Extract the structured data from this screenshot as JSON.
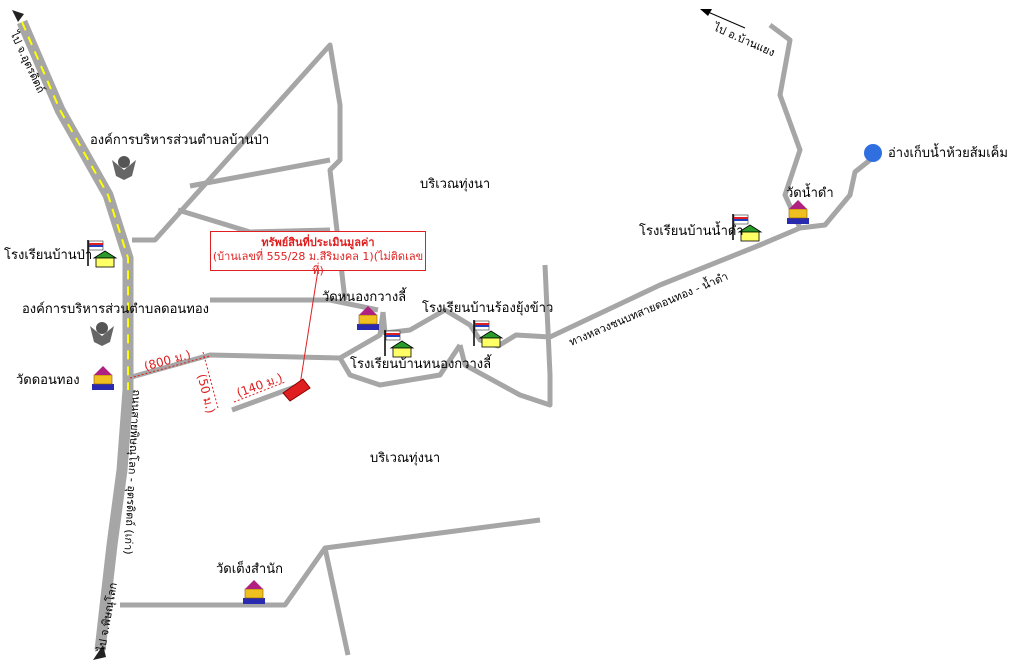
{
  "labels": {
    "sao_ban_pa": "องค์การบริหารส่วนตำบลบ้านป่า",
    "school_ban_pa": "โรงเรียนบ้านป่า",
    "sao_don_thong": "องค์การบริหารส่วนตำบลดอนทอง",
    "wat_don_thong": "วัดดอนทอง",
    "paddy_north": "บริเวณทุ่งนา",
    "paddy_south": "บริเวณทุ่งนา",
    "wat_nong_kwang_li": "วัดหนองกวางลี้",
    "school_nong_kwang_li": "โรงเรียนบ้านหนองกวางลี้",
    "school_rong_yung_khao": "โรงเรียนบ้านร้องยุ้งข้าว",
    "school_nam_dam": "โรงเรียนบ้านน้ำดำ",
    "wat_nam_dam": "วัดน้ำดำ",
    "reservoir": "อ่างเก็บน้ำห้วยส้มเค็ม",
    "wat_teng_samnak": "วัดเต็งสำนัก",
    "to_utaradit": "ไป จ.อุตรดิตถ์",
    "to_ban_yaeng": "ไป อ.บ้านแยง",
    "to_phitsanulok": "ไป จ.พิษณุโลก",
    "highway": "ทางหลวงชนบทสายดอนทอง - น้ำดำ",
    "main_road": "ถนนสายพิษณุโลก - อุตรดิตถ์ (เก่า)"
  },
  "property": {
    "title": "ทรัพย์สินที่ประเมินมูลค่า",
    "address": "(บ้านเลขที่ 555/28 ม.สีริมงคล 1)(ไม่ติดเลขที่)"
  },
  "distances": {
    "d800": "(800 ม.)",
    "d50": "(50 ม.)",
    "d140": "(140 ม.)"
  },
  "colors": {
    "road": "#a6a6a6",
    "road_center": "#ffff00",
    "accent_red": "#e02020",
    "reservoir": "#2f6fe0"
  },
  "icons": {
    "school": "school-with-flag-icon",
    "temple": "temple-icon",
    "emblem": "garuda-emblem-icon",
    "reservoir": "reservoir-dot-icon",
    "property": "property-marker-icon"
  }
}
